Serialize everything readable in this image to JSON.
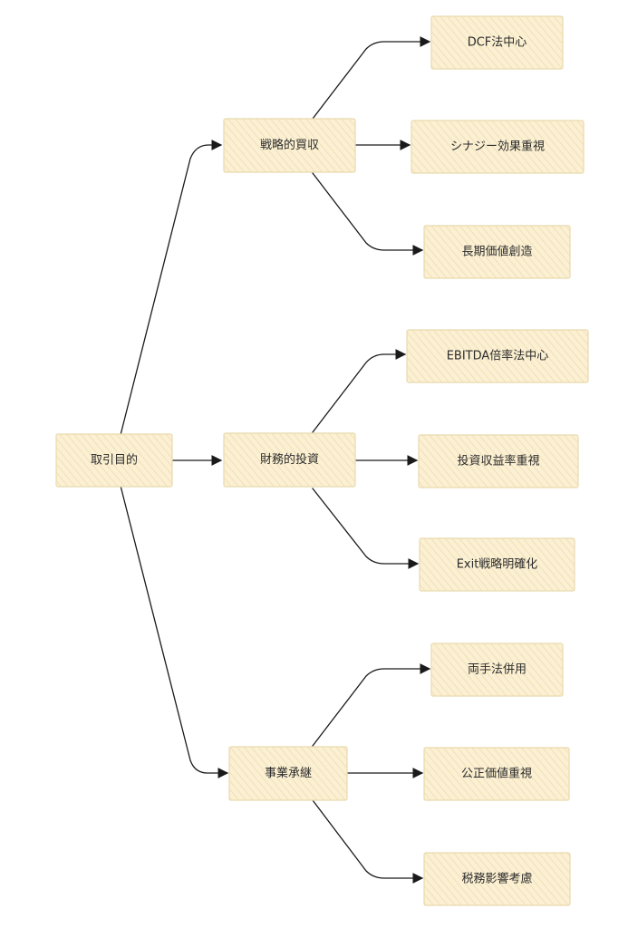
{
  "diagram": {
    "type": "flowchart",
    "direction": "left-to-right",
    "root": {
      "id": "root",
      "label": "取引目的"
    },
    "branches": [
      {
        "id": "strategic",
        "label": "戦略的買収",
        "children": [
          {
            "id": "s1",
            "label": "DCF法中心"
          },
          {
            "id": "s2",
            "label": "シナジー効果重視"
          },
          {
            "id": "s3",
            "label": "長期価値創造"
          }
        ]
      },
      {
        "id": "financial",
        "label": "財務的投資",
        "children": [
          {
            "id": "f1",
            "label": "EBITDA倍率法中心"
          },
          {
            "id": "f2",
            "label": "投資収益率重視"
          },
          {
            "id": "f3",
            "label": "Exit戦略明確化"
          }
        ]
      },
      {
        "id": "succession",
        "label": "事業承継",
        "children": [
          {
            "id": "u1",
            "label": "両手法併用"
          },
          {
            "id": "u2",
            "label": "公正価値重視"
          },
          {
            "id": "u3",
            "label": "税務影響考慮"
          }
        ]
      }
    ],
    "colors": {
      "node_fill": "#fbf0d4",
      "node_stroke": "#e8d9ae",
      "edge": "#1a1a1a",
      "text": "#2c2c2c"
    }
  }
}
